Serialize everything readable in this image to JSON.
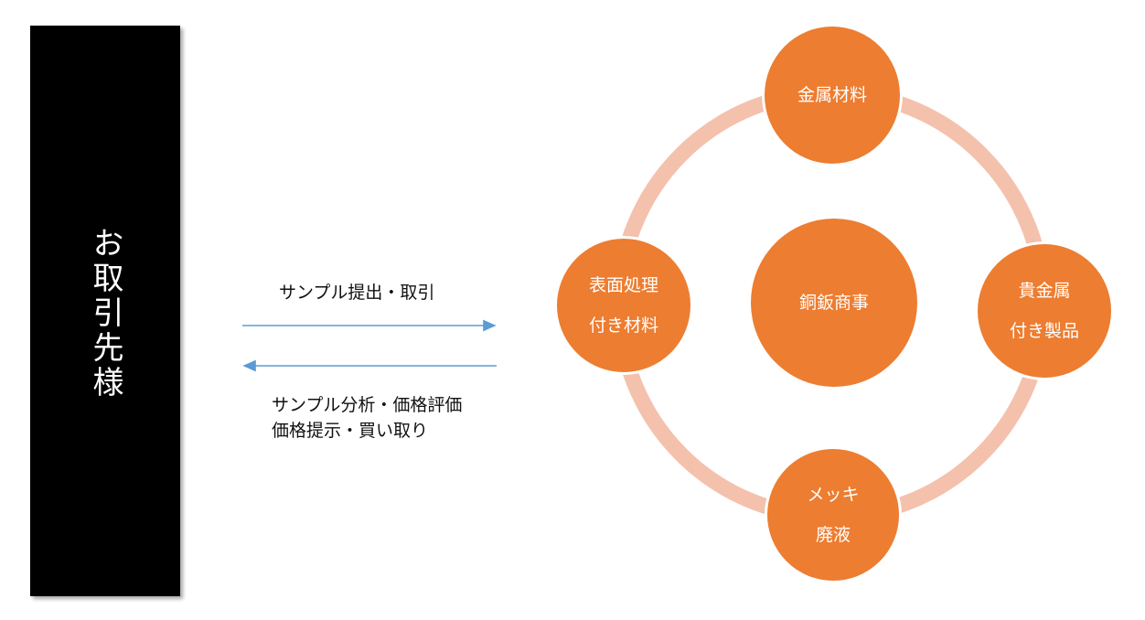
{
  "client": {
    "label": "お取引先様"
  },
  "arrows": {
    "to_company_label": "サンプル提出・取引",
    "to_client_label_line1": "サンプル分析・価格評価",
    "to_client_label_line2": "価格提示・買い取り"
  },
  "cycle": {
    "center": "銅鈑商事",
    "nodes": [
      {
        "lines": [
          "金属材料"
        ]
      },
      {
        "lines": [
          "貴金属",
          "付き製品"
        ]
      },
      {
        "lines": [
          "メッキ",
          "廃液"
        ]
      },
      {
        "lines": [
          "表面処理",
          "付き材料"
        ]
      }
    ]
  },
  "colors": {
    "node": "#ED7D31",
    "ring": "#F4C1AD",
    "arrow": "#5B9BD5",
    "client_box": "#000000"
  }
}
